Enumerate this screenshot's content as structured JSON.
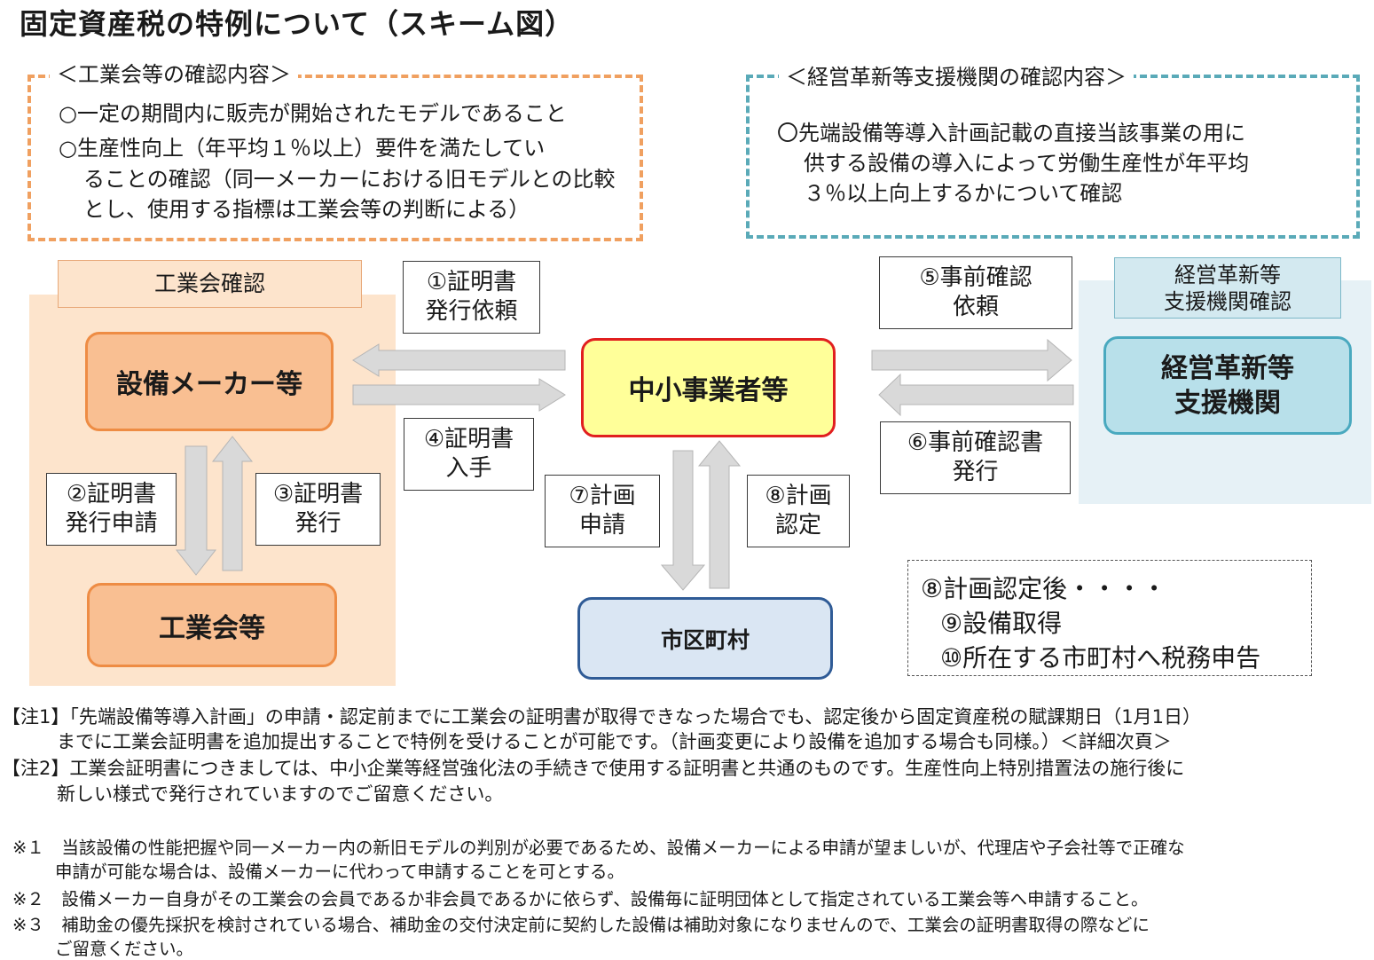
{
  "title": "固定資産税の特例について（スキーム図）",
  "kogyo_confirm_box": {
    "heading": "＜工業会等の確認内容＞",
    "lines": [
      "○一定の期間内に販売が開始されたモデルであること",
      "○生産性向上（年平均１％以上）要件を満たしてい",
      "ることの確認（同一メーカーにおける旧モデルとの比較",
      "とし、使用する指標は工業会等の判断による）"
    ]
  },
  "support_confirm_box": {
    "heading": "＜経営革新等支援機関の確認内容＞",
    "lines": [
      "〇先端設備等導入計画記載の直接当該事業の用に",
      "供する設備の導入によって労働生産性が年平均",
      "３％以上向上するかについて確認"
    ]
  },
  "regions": {
    "kogyo_label": "工業会確認",
    "support_label": [
      "経営革新等",
      "支援機関確認"
    ]
  },
  "nodes": {
    "maker": "設備メーカー等",
    "kogyo": "工業会等",
    "sme": "中小事業者等",
    "city": "市区町村",
    "support": [
      "経営革新等",
      "支援機関"
    ]
  },
  "steps": {
    "s1": [
      "①証明書",
      "発行依頼"
    ],
    "s2": [
      "②証明書",
      "発行申請"
    ],
    "s3": [
      "③証明書",
      "発行"
    ],
    "s4": [
      "④証明書",
      "入手"
    ],
    "s5": [
      "⑤事前確認",
      "依頼"
    ],
    "s6": [
      "⑥事前確認書",
      "発行"
    ],
    "s7": [
      "⑦計画",
      "申請"
    ],
    "s8": [
      "⑧計画",
      "認定"
    ]
  },
  "after_note": [
    "⑧計画認定後・・・・",
    "⑨設備取得",
    "⑩所在する市町村へ税務申告"
  ],
  "notes": {
    "n1_a": "【注1】「先端設備等導入計画」の申請・認定前までに工業会の証明書が取得できなった場合でも、認定後から固定資産税の賦課期日（1月1日）",
    "n1_b": "までに工業会証明書を追加提出することで特例を受けることが可能です。（計画変更により設備を追加する場合も同様。）＜詳細次頁＞",
    "n2_a": "【注2】工業会証明書につきましては、中小企業等経営強化法の手続きで使用する証明書と共通のものです。生産性向上特別措置法の施行後に",
    "n2_b": "新しい様式で発行されていますのでご留意ください。",
    "r1_a": "※１　当該設備の性能把握や同一メーカー内の新旧モデルの判別が必要であるため、設備メーカーによる申請が望ましいが、代理店や子会社等で正確な",
    "r1_b": "申請が可能な場合は、設備メーカーに代わって申請することを可とする。",
    "r2": "※２　設備メーカー自身がその工業会の会員であるか非会員であるかに依らず、設備毎に証明団体として指定されている工業会等へ申請すること。",
    "r3_a": "※３　補助金の優先採択を検討されている場合、補助金の交付決定前に契約した設備は補助対象になりませんので、工業会の証明書取得の際などに",
    "r3_b": "ご留意ください。"
  },
  "colors": {
    "orange_border": "#ee8c44",
    "orange_fill": "#f9bf92",
    "sme_fill": "#ffff99",
    "sme_border": "#e11f1f",
    "city_border": "#2f5b96",
    "support_border": "#49a9bf",
    "arrow_fill": "#d9d9d9"
  }
}
